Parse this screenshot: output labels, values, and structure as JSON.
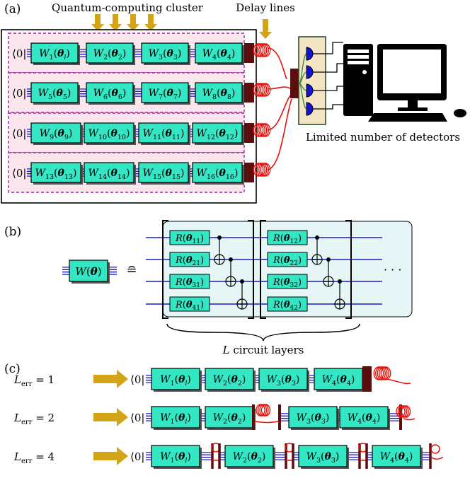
{
  "panel_a": {
    "label": "(a)",
    "cluster_title": "Quantum-computing cluster",
    "delay_title": "Delay lines",
    "detectors_caption": "Limited number of detectors",
    "ket": "⟨0|",
    "rows": [
      [
        {
          "w": "W",
          "n": "1",
          "p": "l"
        },
        {
          "w": "W",
          "n": "2",
          "p": "2"
        },
        {
          "w": "W",
          "n": "3",
          "p": "3"
        },
        {
          "w": "W",
          "n": "4",
          "p": "4"
        }
      ],
      [
        {
          "w": "W",
          "n": "5",
          "p": "5"
        },
        {
          "w": "W",
          "n": "6",
          "p": "6"
        },
        {
          "w": "W",
          "n": "7",
          "p": "7"
        },
        {
          "w": "W",
          "n": "8",
          "p": "8"
        }
      ],
      [
        {
          "w": "W",
          "n": "9",
          "p": "9"
        },
        {
          "w": "W",
          "n": "10",
          "p": "10"
        },
        {
          "w": "W",
          "n": "11",
          "p": "11"
        },
        {
          "w": "W",
          "n": "12",
          "p": "12"
        }
      ],
      [
        {
          "w": "W",
          "n": "13",
          "p": "13"
        },
        {
          "w": "W",
          "n": "14",
          "p": "14"
        },
        {
          "w": "W",
          "n": "15",
          "p": "15"
        },
        {
          "w": "W",
          "n": "16",
          "p": "16"
        }
      ]
    ]
  },
  "panel_b": {
    "label": "(b)",
    "w_gate": "W(θ)",
    "equiv": "≘",
    "layer1": [
      "11",
      "21",
      "31",
      "41"
    ],
    "layer2": [
      "12",
      "22",
      "32",
      "42"
    ],
    "ellipsis": "· · ·",
    "caption_var": "L",
    "caption_text": " circuit layers"
  },
  "panel_c": {
    "label": "(c)",
    "rows": [
      {
        "lerr": "1"
      },
      {
        "lerr": "2"
      },
      {
        "lerr": "4"
      }
    ],
    "gates": [
      {
        "n": "1",
        "p": "l"
      },
      {
        "n": "2",
        "p": "2"
      },
      {
        "n": "3",
        "p": "3"
      },
      {
        "n": "4",
        "p": "4"
      }
    ]
  },
  "colors": {
    "gate_fill": "#33e6c4",
    "wire": "#1a1ac8",
    "delay": "#e8120c",
    "arrow": "#d4a418",
    "dash": "#a020a0",
    "row_bg": "#fbe6ee",
    "panel_bg": "#e6f6f6",
    "detector_bg": "#f3e4c4",
    "detector": "#1414d0",
    "coupler": "#5a0e0e"
  }
}
